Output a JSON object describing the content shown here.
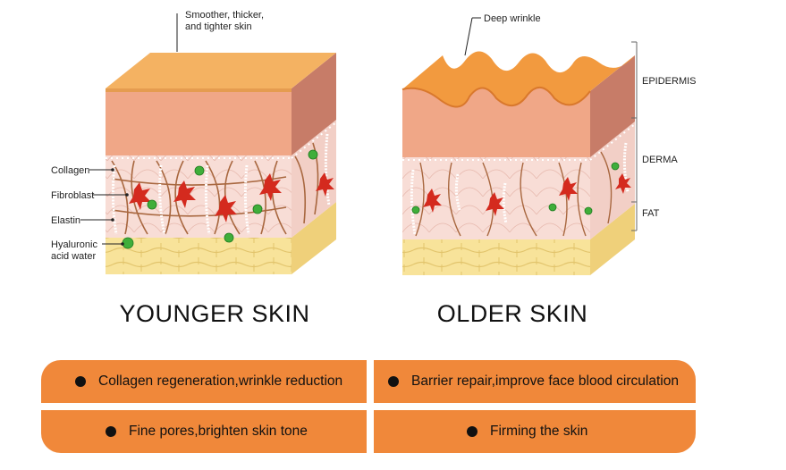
{
  "younger": {
    "top_note": "Smoother, thicker,\nand tighter skin",
    "title": "YOUNGER SKIN",
    "labels": {
      "collagen": "Collagen",
      "fibroblast": "Fibroblast",
      "elastin": "Elastin",
      "hyaluronic": "Hyaluronic\nacid water"
    }
  },
  "older": {
    "top_note": "Deep wrinkle",
    "title": "OLDER SKIN",
    "layers": {
      "epidermis": "EPIDERMIS",
      "derma": "DERMA",
      "fat": "FAT"
    }
  },
  "benefits": [
    "Collagen regeneration,wrinkle reduction",
    "Barrier repair,improve face blood circulation",
    "Fine pores,brighten skin tone",
    "Firming the skin"
  ],
  "colors": {
    "surface_top": "#f4b262",
    "epidermis": "#f0a787",
    "epidermis_side": "#c77c68",
    "dermis": "#f7d9d2",
    "fat": "#f8e39a",
    "fibroblast": "#d42a1e",
    "hyaluronic": "#3fae3a",
    "benefit_box": "#f0883a"
  }
}
